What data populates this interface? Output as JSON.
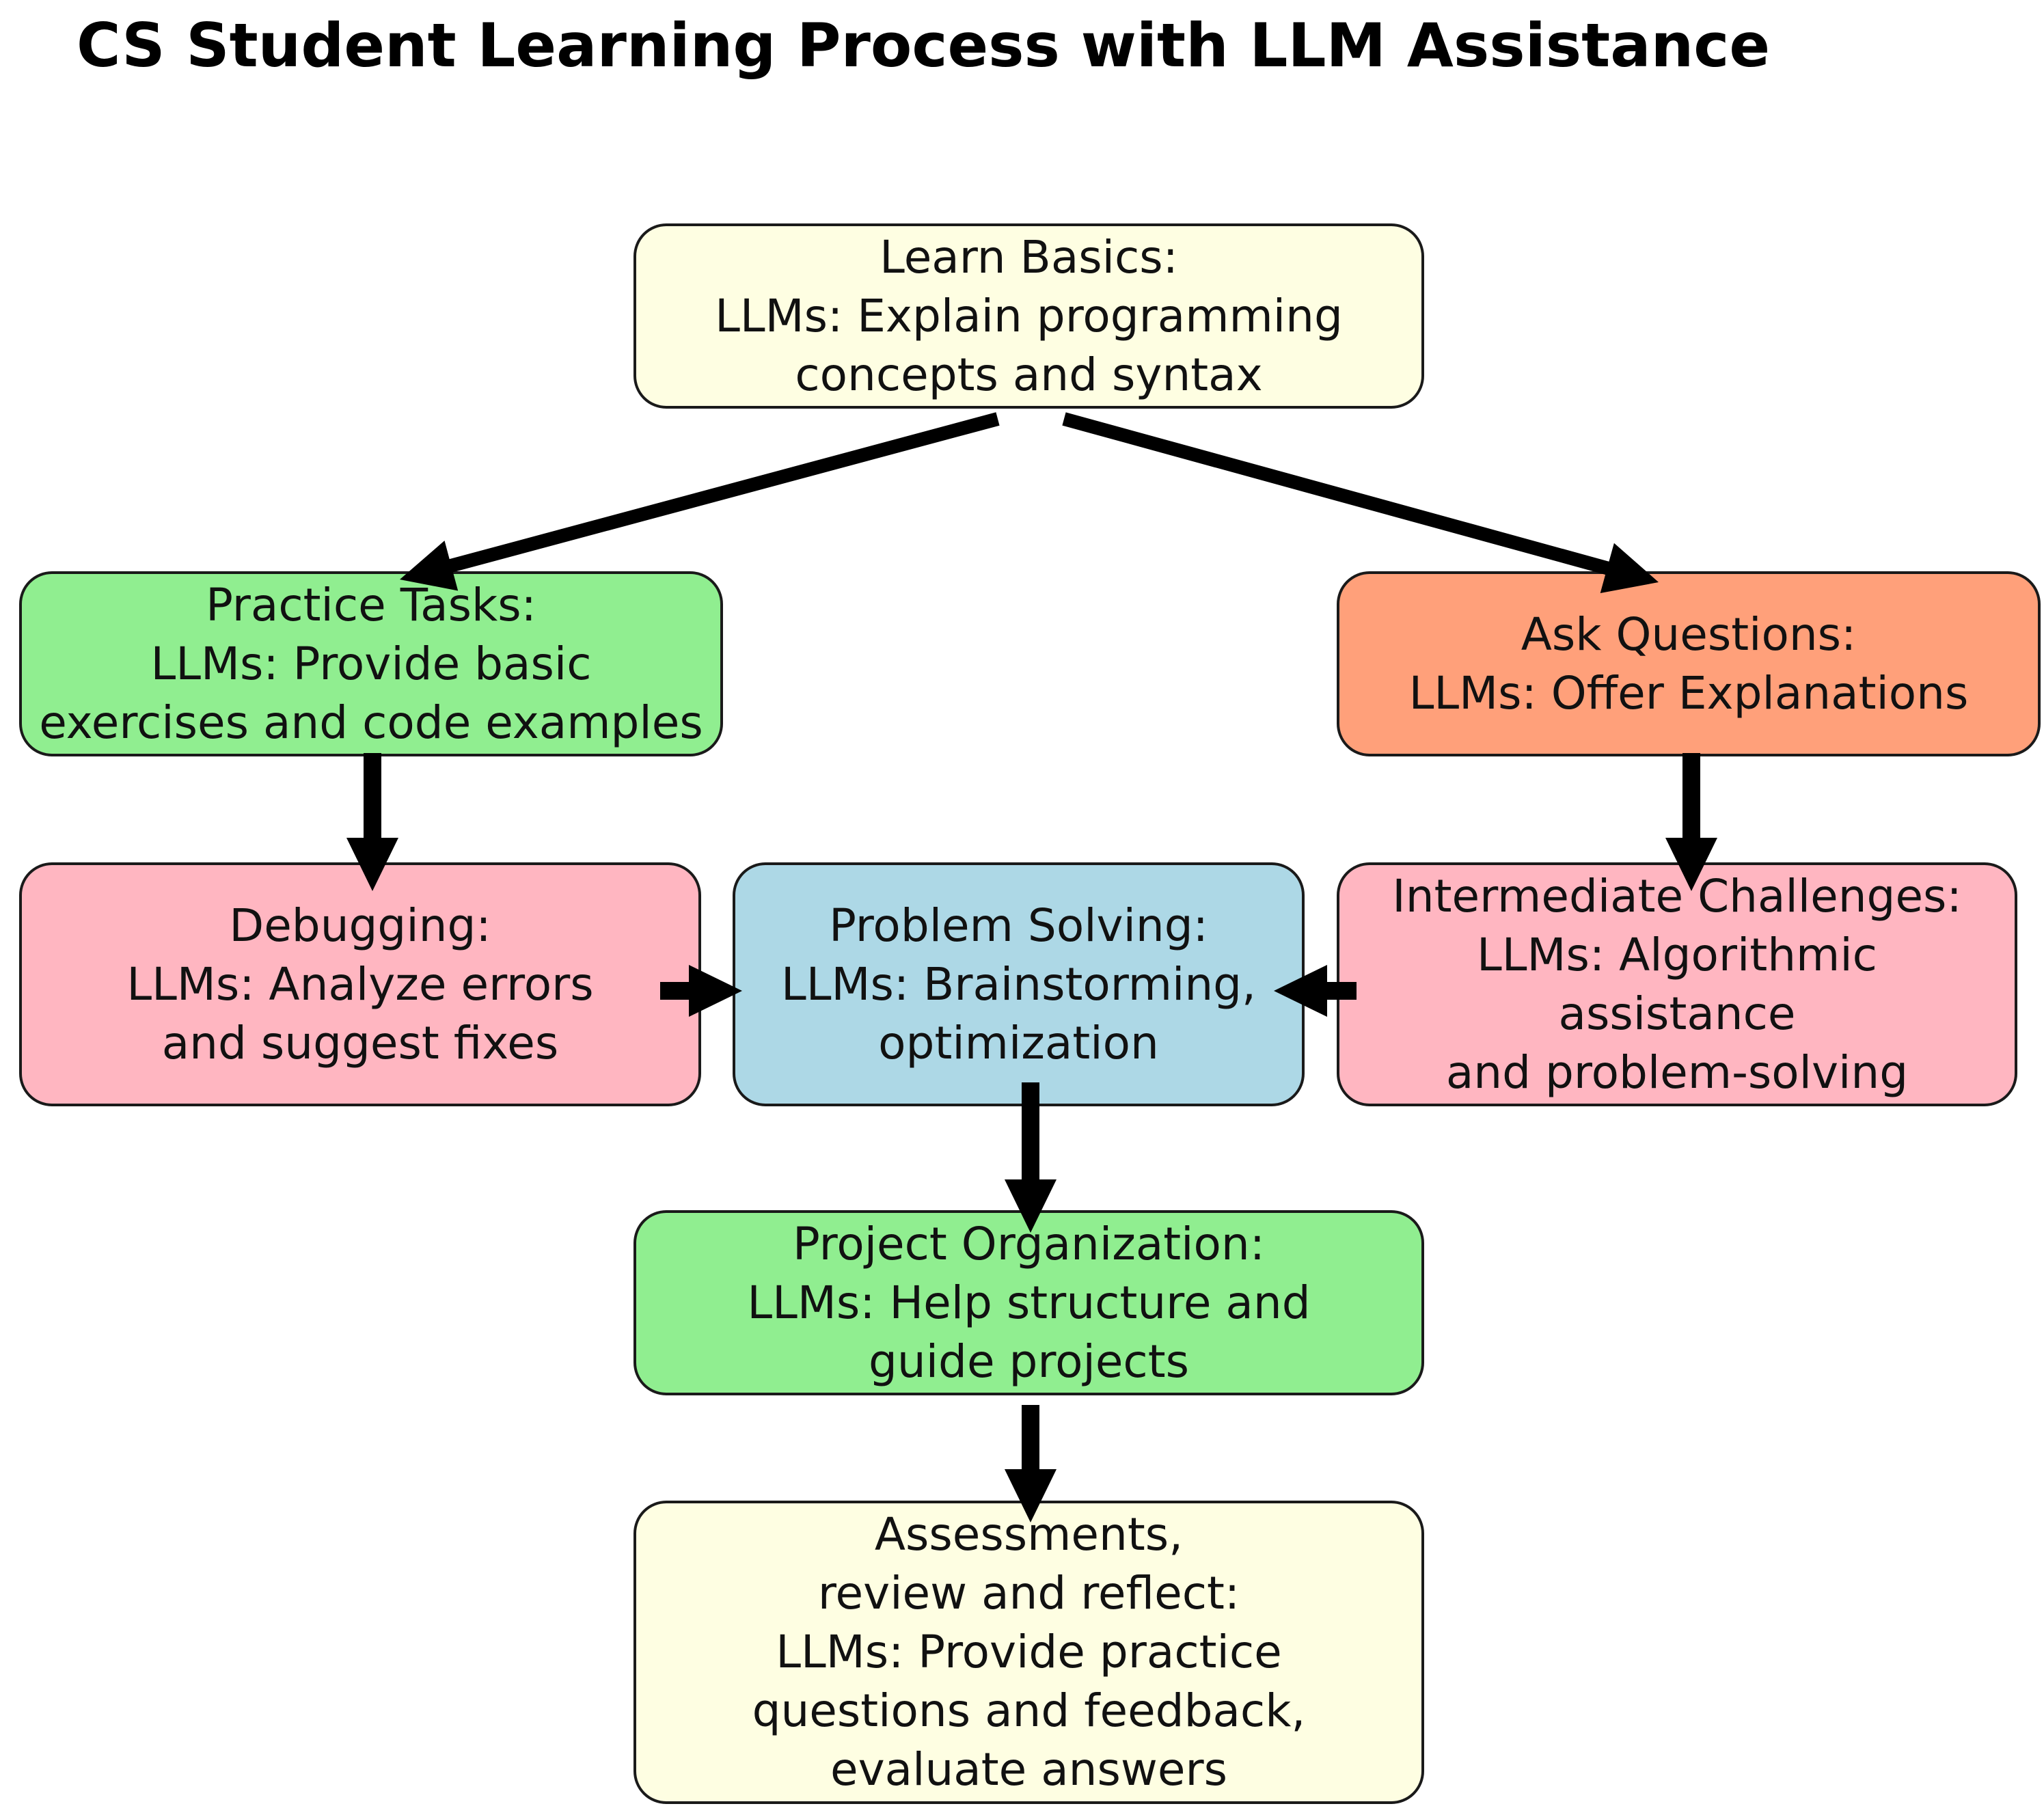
{
  "title": "CS Student Learning Process with LLM Assistance",
  "colors": {
    "yellow": "#fefee2",
    "green": "#90ee90",
    "orange": "#ffa07a",
    "pink": "#ffb6c1",
    "blue": "#add8e6",
    "border": "#1a1a1a",
    "arrow": "#000000"
  },
  "nodes": {
    "learn_basics": "Learn Basics:\nLLMs: Explain programming\nconcepts and syntax",
    "practice_tasks": "Practice Tasks:\nLLMs: Provide basic\nexercises and code examples",
    "ask_questions": "Ask Questions:\nLLMs: Offer Explanations",
    "debugging": "Debugging:\nLLMs: Analyze errors\nand suggest fixes",
    "problem_solving": "Problem Solving:\nLLMs: Brainstorming,\noptimization",
    "intermediate_challenges": "Intermediate Challenges:\nLLMs: Algorithmic\nassistance\nand problem-solving",
    "project_organization": "Project Organization:\nLLMs: Help structure and\nguide projects",
    "assessments": "Assessments,\nreview and reflect:\nLLMs: Provide practice\nquestions and feedback,\nevaluate answers"
  },
  "edges": [
    {
      "from": "learn_basics",
      "to": "practice_tasks"
    },
    {
      "from": "learn_basics",
      "to": "ask_questions"
    },
    {
      "from": "practice_tasks",
      "to": "debugging"
    },
    {
      "from": "ask_questions",
      "to": "intermediate_challenges"
    },
    {
      "from": "debugging",
      "to": "problem_solving"
    },
    {
      "from": "intermediate_challenges",
      "to": "problem_solving"
    },
    {
      "from": "problem_solving",
      "to": "project_organization"
    },
    {
      "from": "project_organization",
      "to": "assessments"
    }
  ]
}
